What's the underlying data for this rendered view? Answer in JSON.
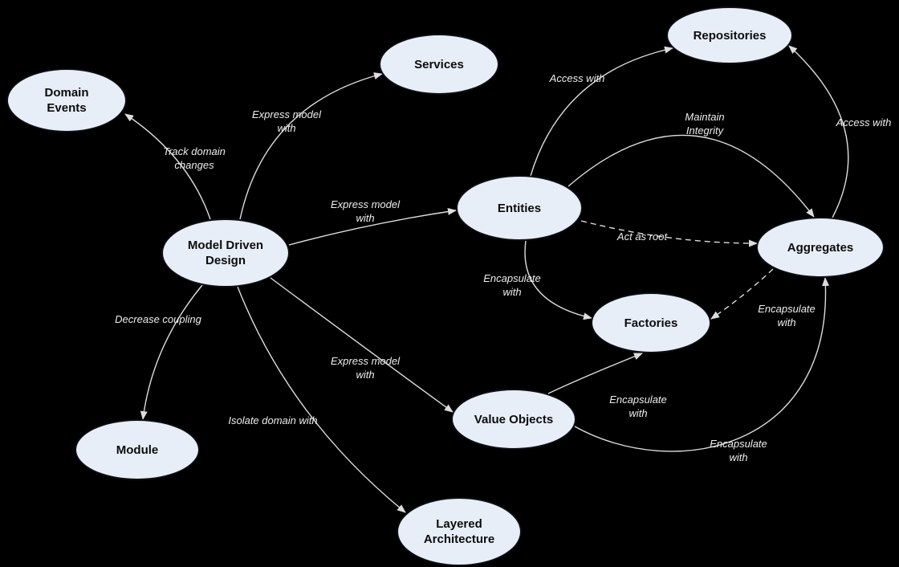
{
  "colors": {
    "background": "#000000",
    "node_fill": "#e7eef8",
    "node_border": "#0b0e12",
    "node_text": "#0c0c0c",
    "edge_stroke": "#dddddd",
    "edge_label": "#ededed"
  },
  "nodes": [
    {
      "id": "domain-events",
      "label": "Domain\nEvents"
    },
    {
      "id": "services",
      "label": "Services"
    },
    {
      "id": "repositories",
      "label": "Repositories"
    },
    {
      "id": "entities",
      "label": "Entities"
    },
    {
      "id": "model-driven-design",
      "label": "Model Driven\nDesign"
    },
    {
      "id": "aggregates",
      "label": "Aggregates"
    },
    {
      "id": "factories",
      "label": "Factories"
    },
    {
      "id": "value-objects",
      "label": "Value Objects"
    },
    {
      "id": "module",
      "label": "Module"
    },
    {
      "id": "layered-architecture",
      "label": "Layered\nArchitecture"
    }
  ],
  "edges": [
    {
      "id": "mdd-to-domain-events",
      "from": "model-driven-design",
      "to": "domain-events",
      "label": "Track domain\nchanges",
      "line": "solid"
    },
    {
      "id": "mdd-to-services",
      "from": "model-driven-design",
      "to": "services",
      "label": "Express model\nwith",
      "line": "solid"
    },
    {
      "id": "mdd-to-entities",
      "from": "model-driven-design",
      "to": "entities",
      "label": "Express model\nwith",
      "line": "solid"
    },
    {
      "id": "mdd-to-value-objects",
      "from": "model-driven-design",
      "to": "value-objects",
      "label": "Express model\nwith",
      "line": "solid"
    },
    {
      "id": "mdd-to-module",
      "from": "model-driven-design",
      "to": "module",
      "label": "Decrease coupling",
      "line": "solid"
    },
    {
      "id": "mdd-to-layered-architecture",
      "from": "model-driven-design",
      "to": "layered-architecture",
      "label": "Isolate domain with",
      "line": "solid"
    },
    {
      "id": "entities-to-repositories",
      "from": "entities",
      "to": "repositories",
      "label": "Access with",
      "line": "solid"
    },
    {
      "id": "entities-to-aggregates-maintain",
      "from": "entities",
      "to": "aggregates",
      "label": "Maintain\nIntegrity",
      "line": "solid"
    },
    {
      "id": "aggregates-to-repositories",
      "from": "aggregates",
      "to": "repositories",
      "label": "Access with",
      "line": "solid"
    },
    {
      "id": "entities-to-aggregates-root",
      "from": "entities",
      "to": "aggregates",
      "label": "Act as root",
      "line": "dashed"
    },
    {
      "id": "entities-to-factories",
      "from": "entities",
      "to": "factories",
      "label": "Encapsulate\nwith",
      "line": "solid"
    },
    {
      "id": "aggregates-to-factories",
      "from": "aggregates",
      "to": "factories",
      "label": "Encapsulate\nwith",
      "line": "dashed"
    },
    {
      "id": "value-objects-to-factories",
      "from": "value-objects",
      "to": "factories",
      "label": "Encapsulate\nwith",
      "line": "solid"
    },
    {
      "id": "value-objects-to-aggregates",
      "from": "value-objects",
      "to": "aggregates",
      "label": "Encapsulate\nwith",
      "line": "solid"
    }
  ]
}
